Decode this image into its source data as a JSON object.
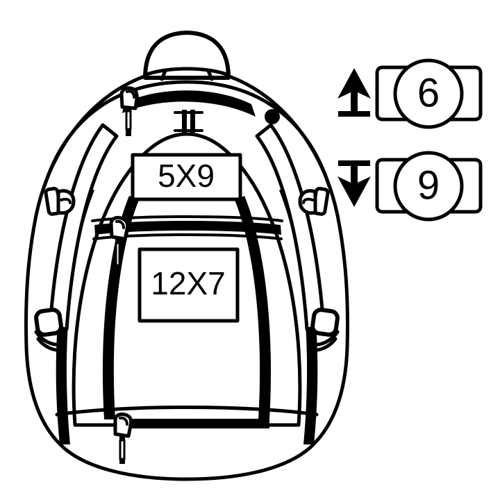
{
  "illustration": {
    "title": "Backpack line drawing with dimension callouts",
    "line_color": "#000000",
    "fill_color": "#ffffff"
  },
  "backpack": {
    "name": "backpack",
    "front_pocket_label": {
      "text": "5X9",
      "font_size": 46
    },
    "lower_pocket_label": {
      "text": "12X7",
      "font_size": 46
    },
    "parts": {
      "top_handle": "top-handle",
      "top_zipper": "top-zipper",
      "middle_zipper": "middle-zipper",
      "bottom_zipper": "bottom-zipper",
      "left_shoulder_strap": "left-shoulder-strap",
      "right_shoulder_strap": "right-shoulder-strap",
      "grommet": "grommet-eyelet",
      "left_buckle": "left-strap-buckle",
      "right_buckle": "right-strap-buckle",
      "left_loop": "left-square-loop",
      "right_loop": "right-square-loop"
    }
  },
  "callouts": [
    {
      "id": "height-callout",
      "arrow": "up-arrow",
      "arrow_direction": "up",
      "value": "6"
    },
    {
      "id": "depth-callout",
      "arrow": "down-arrow",
      "arrow_direction": "down",
      "value": "9"
    }
  ]
}
